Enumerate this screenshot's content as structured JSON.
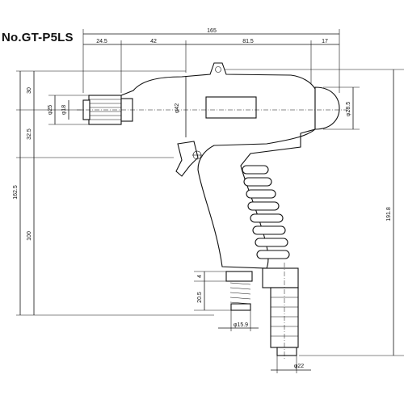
{
  "model": "No.GT-P5LS",
  "dimensions": {
    "overall_length": "165",
    "seg_1": "24.5",
    "seg_2": "42",
    "seg_3": "81.5",
    "seg_4": "17",
    "h_30": "30",
    "h_32_5": "32.5",
    "h_162_5": "162.5",
    "h_100": "100",
    "h_191_8": "191.8",
    "h_4": "4",
    "h_20_5": "20.5",
    "d_25": "φ25",
    "d_18": "φ18",
    "d_42": "φ42",
    "d_28_5": "φ28.5",
    "d_15_9": "φ15.9",
    "d_22": "φ22"
  }
}
